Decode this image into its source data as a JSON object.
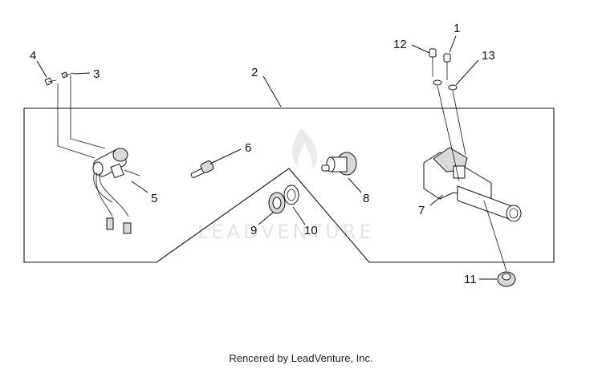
{
  "diagram": {
    "callouts": {
      "c1": "1",
      "c2": "2",
      "c3": "3",
      "c4": "4",
      "c5": "5",
      "c6": "6",
      "c7": "7",
      "c8": "8",
      "c9": "9",
      "c10": "10",
      "c11": "11",
      "c12": "12",
      "c13": "13"
    },
    "watermark": "LEADVENTURE"
  },
  "footer": {
    "credit": "Rencered by LeadVenture, Inc."
  }
}
